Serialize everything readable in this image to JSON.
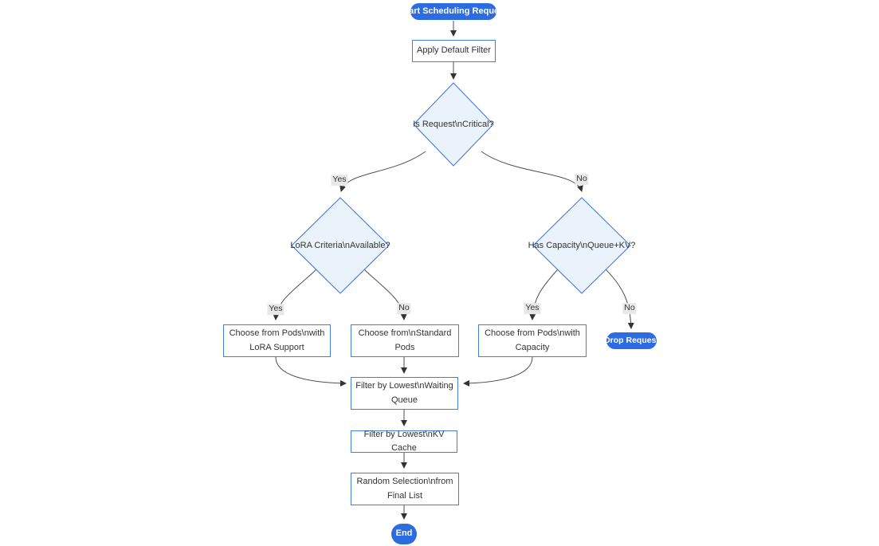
{
  "diagram_type": "flowchart",
  "nodes": {
    "start": {
      "label": "Start Scheduling Request",
      "shape": "stadium"
    },
    "apply_default_filter": {
      "label": "Apply Default Filter",
      "shape": "rect"
    },
    "is_request_critical": {
      "label": "Is Request\\nCritical?",
      "shape": "diamond"
    },
    "lora_criteria_available": {
      "label": "LoRA Criteria\\nAvailable?",
      "shape": "diamond"
    },
    "has_capacity_queue_kv": {
      "label": "Has Capacity\\nQueue+KV?",
      "shape": "diamond"
    },
    "choose_pods_lora": {
      "label": "Choose from Pods\\nwith\nLoRA Support",
      "shape": "rect"
    },
    "choose_standard_pods": {
      "label": "Choose from\\nStandard\nPods",
      "shape": "rect"
    },
    "choose_pods_capacity": {
      "label": "Choose from Pods\\nwith\nCapacity",
      "shape": "rect"
    },
    "drop_request": {
      "label": "Drop Request",
      "shape": "stadium"
    },
    "filter_lowest_waiting_queue": {
      "label": "Filter by Lowest\\nWaiting\nQueue",
      "shape": "rect"
    },
    "filter_lowest_kv_cache": {
      "label": "Filter by Lowest\\nKV Cache",
      "shape": "rect"
    },
    "random_selection": {
      "label": "Random Selection\\nfrom\nFinal List",
      "shape": "rect"
    },
    "end": {
      "label": "End",
      "shape": "stadium"
    }
  },
  "edge_labels": {
    "critical_yes": "Yes",
    "critical_no": "No",
    "lora_yes": "Yes",
    "lora_no": "No",
    "capacity_yes": "Yes",
    "capacity_no": "No"
  },
  "colors": {
    "node_primary": "#2d6ce0",
    "rect_border": "#3f7de8",
    "diamond_fill": "#eaf2fb",
    "diamond_border": "#3a74d8",
    "edge_line": "#4f4f4f",
    "arrowhead": "#333333",
    "edge_label_bg": "#e8e8e8",
    "text": "#333333",
    "pill_text": "#ffffff",
    "background": "#ffffff"
  }
}
